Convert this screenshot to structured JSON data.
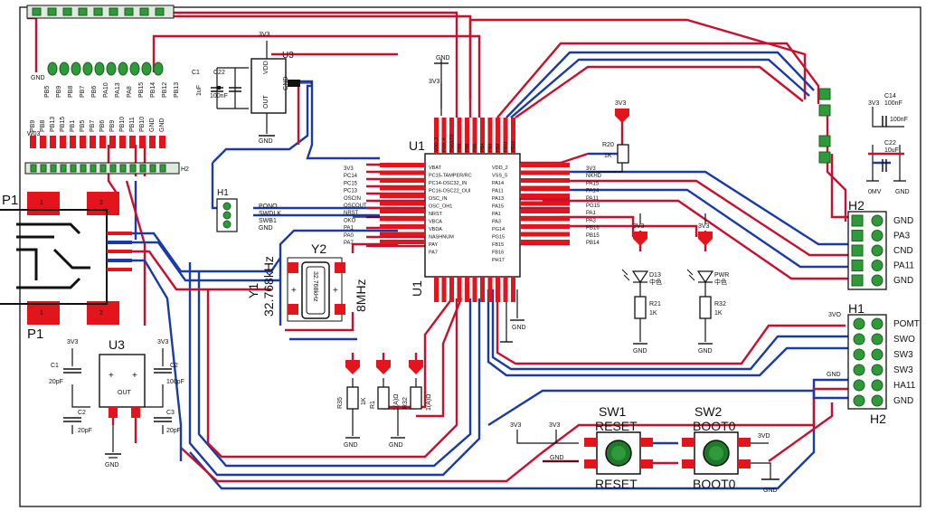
{
  "colors": {
    "trace_top": "#c8102e",
    "trace_bottom": "#1a3aa8",
    "pad": "#e2141c",
    "pad_green": "#2f9a3a",
    "outline": "#111111"
  },
  "components": {
    "U1": {
      "ref": "U1",
      "ref2": "U1",
      "left_pins": [
        "3V3",
        "PC14",
        "PC15",
        "PC13",
        "OSCIN",
        "OSCOUT",
        "NRST",
        "OKO",
        "PA1",
        "PA0",
        "PA7"
      ],
      "inner_left": [
        "VBAT",
        "PC15-TAMPER/RC",
        "PC14-OSC32_IN",
        "PC16-OSC22_OUI",
        "OSC_IN",
        "OSC_OH1",
        "NRST",
        "VBCA",
        "VBDA",
        "NASHNUM",
        "PAY",
        "PA7"
      ],
      "inner_right": [
        "VDD_2",
        "VSS_5",
        "PA14",
        "PA11",
        "PA13",
        "PA15",
        "PA1",
        "PA3",
        "PG14",
        "PG15",
        "FB15",
        "FB16",
        "PH17"
      ],
      "right_pins": [
        "3V3",
        "NKHD",
        "PA15",
        "PA14",
        "PA11",
        "PG15",
        "PA1",
        "PA3",
        "PB16",
        "PB15",
        "PB14"
      ],
      "top_pins": [
        "VDD_3",
        "PDS_6",
        "PGCLTS",
        "PB8",
        "PB6",
        "PB5",
        "PB4",
        "PB3",
        "PB2",
        "PB11",
        "PB10"
      ]
    },
    "U3_top": {
      "ref": "U3",
      "pins": [
        "VDD",
        "GND",
        "OUT"
      ],
      "c1": "C1",
      "c1_val": "1uF",
      "c22": "C22",
      "c22_val": "100nF",
      "net_top": "3V3",
      "net_bottom": "GND"
    },
    "U3_osc": {
      "ref": "U3",
      "net_left": "3V3",
      "net_right": "3V3",
      "out": "OUT",
      "c1": "C1",
      "c1_val": "20pF",
      "c2a": "C2",
      "c2a_val": "20pF",
      "c2": "C2",
      "c2_val": "100pF",
      "c3": "C3",
      "c3_val": "20pF",
      "gnd": "GND"
    },
    "Y1": {
      "ref": "Y1",
      "val": "32.768kHz"
    },
    "Y2": {
      "ref": "Y2",
      "val": "8MHz",
      "can": "32.768kHz"
    },
    "P1": {
      "ref": "P1",
      "ref2": "P1"
    },
    "H1_left": {
      "ref": "H1",
      "pins": [
        "PONO",
        "SWDLK",
        "SWB1",
        "GND"
      ]
    },
    "H2_top": {
      "ref": "H2",
      "pins": [
        "GND",
        "PA3",
        "CND",
        "PA11",
        "GND"
      ]
    },
    "H1_right": {
      "ref": "H1",
      "ref2": "H2",
      "top_net": "3VO",
      "left_gnd": "GND",
      "pins": [
        "POMT",
        "SWO",
        "SW3",
        "SW3",
        "HA11",
        "GND"
      ]
    },
    "LED1": {
      "ref": "D13",
      "sub": "中色",
      "net": "3V3",
      "res": "R21",
      "res_val": "1K",
      "gnd": "GND"
    },
    "LED2": {
      "ref": "PWR",
      "sub": "中色",
      "net": "3V3",
      "res": "R32",
      "res_val": "1K",
      "gnd": "GND"
    },
    "R_top": {
      "ref": "R20",
      "val": "1K",
      "net": "3V3"
    },
    "R35": {
      "ref": "R35",
      "val": "1K",
      "gnd": "GND"
    },
    "R31": {
      "ref": "R1",
      "val": "1(A)Ω",
      "ref2": "R32",
      "val2": "1(A)Ω",
      "gnd": "GND"
    },
    "SW1": {
      "ref": "SW1",
      "label": "RESET",
      "label2": "RESET",
      "net": "3V3",
      "net2": "3V3",
      "gnd": "GND"
    },
    "SW2": {
      "ref": "SW2",
      "label": "BOOT0",
      "label2": "BOOT0",
      "net": "3VD",
      "gnd": "GND"
    },
    "C14": {
      "ref": "C14",
      "val": "100nF",
      "val2": "100nF",
      "net": "3V3"
    },
    "C22b": {
      "ref": "C22",
      "val": "10uF",
      "net_left": "0MV",
      "net_right": "GND"
    },
    "header_top": {
      "label": "GND",
      "pins": [
        "PB5",
        "PB9",
        "PB8",
        "PB7",
        "PB6",
        "PA10",
        "PA13",
        "PA8",
        "PB15",
        "PB14",
        "PB12",
        "PB13"
      ]
    },
    "header_left": {
      "ref": "H2",
      "net": "W03",
      "pins": [
        "PB9",
        "PB8",
        "PB13",
        "PB15",
        "PB1",
        "PB5",
        "PB7",
        "PB6",
        "PB9",
        "PB10",
        "PB11",
        "PB10",
        "GND",
        "GND"
      ]
    },
    "nets": {
      "gnd_top": "GND",
      "gnd_u1": "GND",
      "v3_u1": "3V3"
    }
  }
}
